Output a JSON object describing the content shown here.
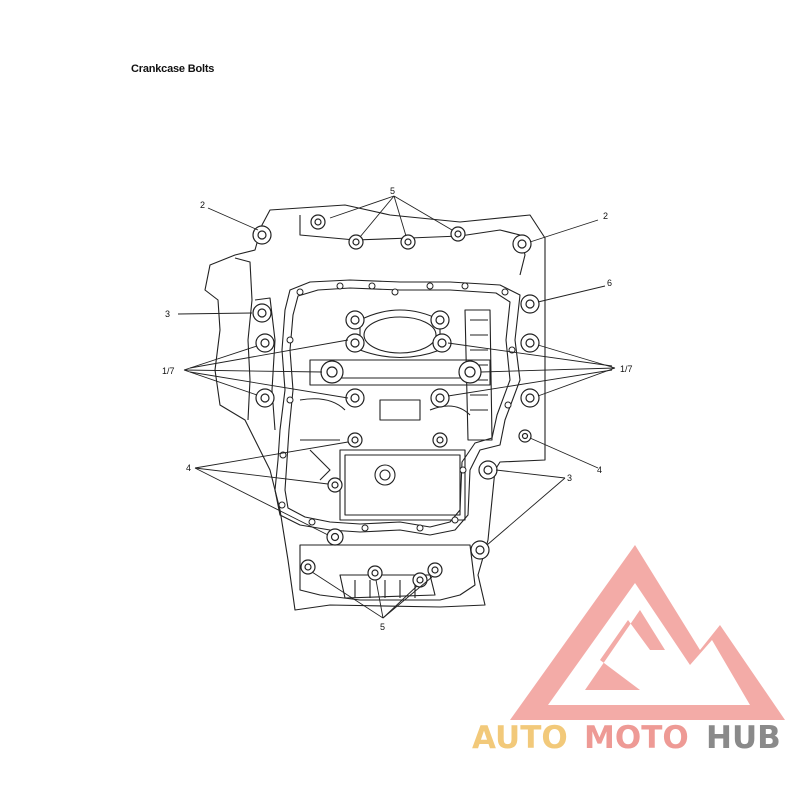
{
  "title": "Crankcase Bolts",
  "callouts": {
    "c2_left": "2",
    "c5_top": "5",
    "c2_right": "2",
    "c6": "6",
    "c3_left": "3",
    "c17_left": "1/7",
    "c17_right": "1/7",
    "c4_left": "4",
    "c4_right": "4",
    "c3_right": "3",
    "c5_bottom": "5"
  },
  "watermark": {
    "part1": "AUTO",
    "part2": "MOTO",
    "part3": "HUB",
    "colors": {
      "auto": "#f2c97a",
      "moto": "#ee9a95",
      "hub": "#8a8a8a",
      "logo": "#ef8f8a"
    }
  }
}
